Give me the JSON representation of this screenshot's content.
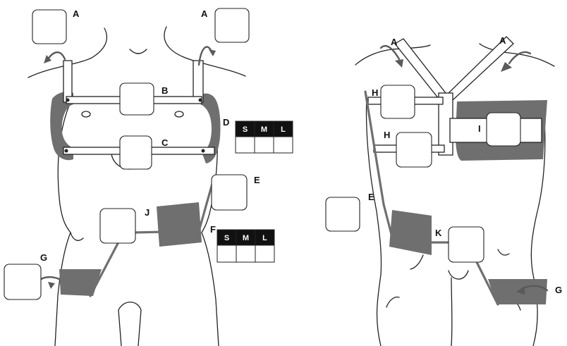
{
  "labels": {
    "front": {
      "A_left": "A",
      "A_right": "A",
      "B": "B",
      "C": "C",
      "D": "D",
      "E": "E",
      "F": "F",
      "G": "G",
      "J": "J"
    },
    "back": {
      "A_left": "A",
      "A_right": "A",
      "H_top": "H",
      "H_mid": "H",
      "I": "I",
      "E": "E",
      "K": "K",
      "G": "G"
    }
  },
  "size_tables": {
    "D": {
      "sizes": [
        "S",
        "M",
        "L"
      ]
    },
    "F": {
      "sizes": [
        "S",
        "M",
        "L"
      ]
    }
  },
  "colors": {
    "line": "#222222",
    "pad": "#6f6f6f",
    "header": "#111111",
    "background": "#ffffff"
  }
}
